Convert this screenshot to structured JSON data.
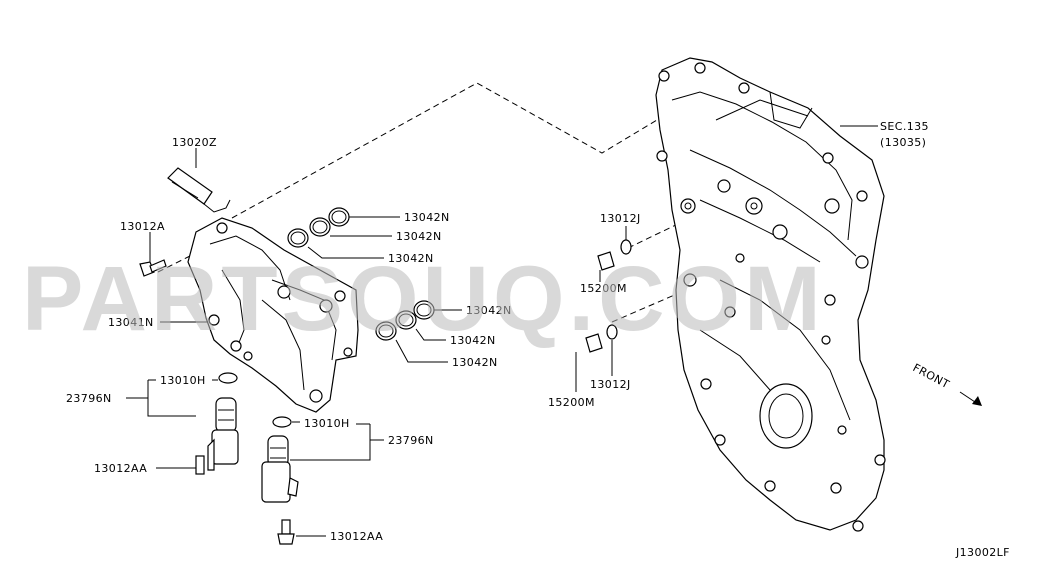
{
  "watermark": "PARTSOUQ.COM",
  "diagram_code": "J13002LF",
  "front_label": "FRONT",
  "labels": {
    "l13020Z": "13020Z",
    "l13012A": "13012A",
    "l13041N": "13041N",
    "l13042N_1": "13042N",
    "l13042N_2": "13042N",
    "l13042N_3": "13042N",
    "l13042N_4": "13042N",
    "l13042N_5": "13042N",
    "l13042N_6": "13042N",
    "l13010H_1": "13010H",
    "l13010H_2": "13010H",
    "l23796N_1": "23796N",
    "l23796N_2": "23796N",
    "l13012AA_1": "13012AA",
    "l13012AA_2": "13012AA",
    "l13012J_1": "13012J",
    "l13012J_2": "13012J",
    "l15200M_1": "15200M",
    "l15200M_2": "15200M",
    "sec_ref": "SEC.135",
    "sec_sub": "(13035)"
  }
}
